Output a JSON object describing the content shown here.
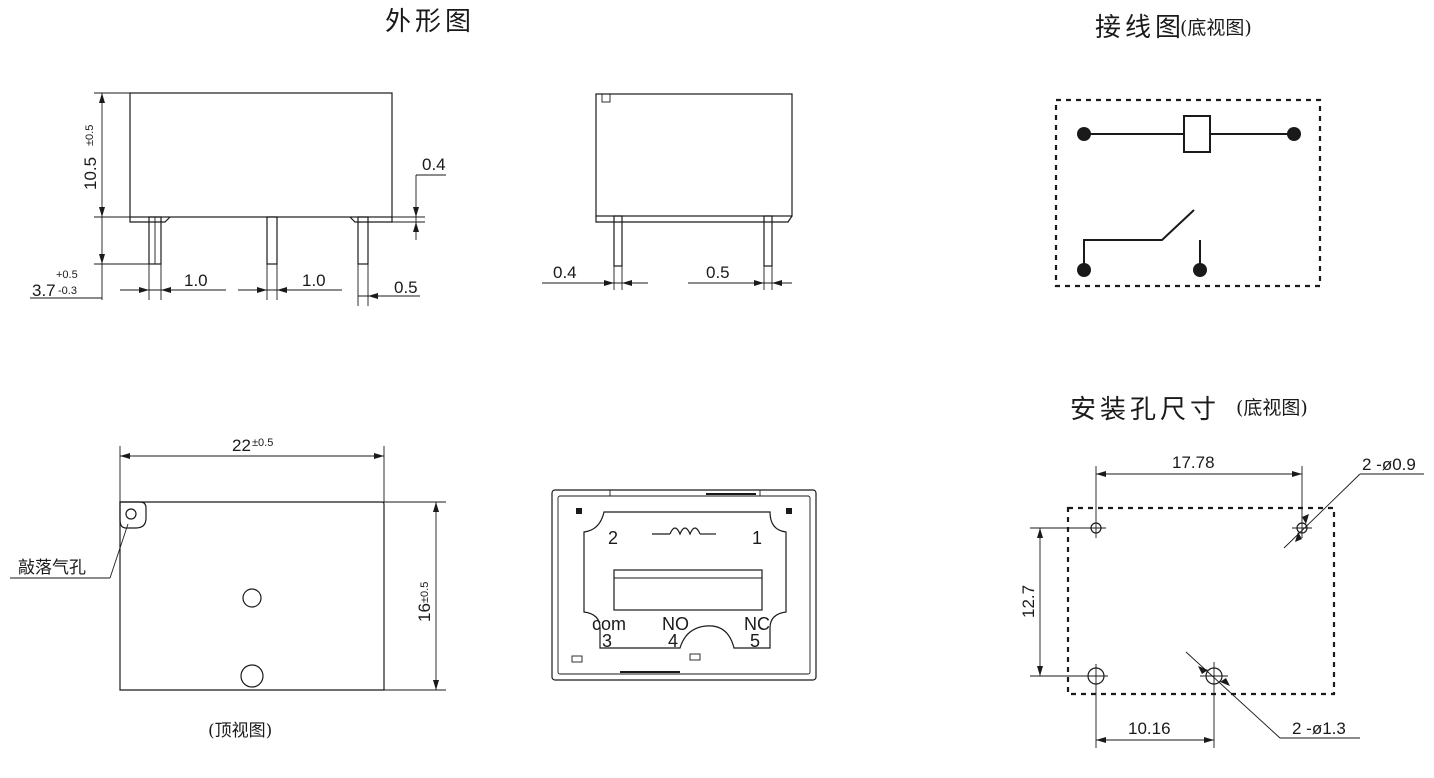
{
  "headings": {
    "outline": "外形图",
    "wiring": "接线图",
    "wiring_note": "(底视图)",
    "mounting": "安装孔尺寸",
    "mounting_note": "(底视图)"
  },
  "front_view": {
    "height": "10.5",
    "height_tol": "±0.5",
    "pin_length": "3.7",
    "pin_tol_plus": "+0.5",
    "pin_tol_minus": "-0.3",
    "pin_pitch_1": "1.0",
    "pin_pitch_2": "1.0",
    "pin_gap": "0.4",
    "pin_width": "0.5"
  },
  "side_view": {
    "pin_thickness": "0.4",
    "pin_width": "0.5"
  },
  "top_view": {
    "length": "22",
    "length_tol": "±0.5",
    "width": "16",
    "width_tol": "±0.5",
    "vent_label": "敲落气孔",
    "caption": "(顶视图)"
  },
  "bottom_view": {
    "pins": [
      {
        "num": "2",
        "label": ""
      },
      {
        "num": "1",
        "label": ""
      },
      {
        "num": "3",
        "label": "com"
      },
      {
        "num": "4",
        "label": "NO"
      },
      {
        "num": "5",
        "label": "NC"
      }
    ]
  },
  "mounting": {
    "pitch_x": "17.78",
    "pitch_y": "12.7",
    "pitch_x2": "10.16",
    "small_holes": "2 -ø0.9",
    "large_holes": "2 -ø1.3"
  }
}
